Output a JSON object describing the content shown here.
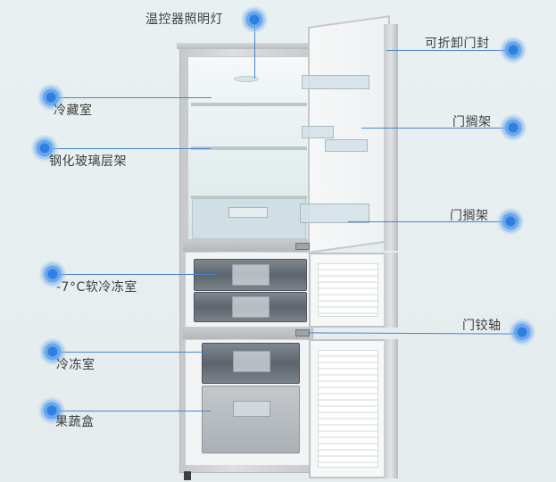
{
  "diagram": {
    "subject": "Three-door refrigerator with open doors",
    "accent_color": "#2f7fe0",
    "line_color": "#4a86c8",
    "label_color": "#3e3e3e",
    "background": "#e6eef0"
  },
  "callouts": {
    "thermostat_light": {
      "label": "温控器照明灯"
    },
    "fridge_compartment": {
      "label": "冷藏室"
    },
    "glass_shelf": {
      "label": "钢化玻璃层架"
    },
    "soft_freeze": {
      "label": "-7°C软冷冻室"
    },
    "freezer": {
      "label": "冷冻室"
    },
    "crisper": {
      "label": "果蔬盒"
    },
    "removable_gasket": {
      "label": "可折卸门封"
    },
    "door_rack_upper": {
      "label": "门搁架"
    },
    "door_rack_lower": {
      "label": "门搁架"
    },
    "door_hinge": {
      "label": "门铰轴"
    }
  }
}
